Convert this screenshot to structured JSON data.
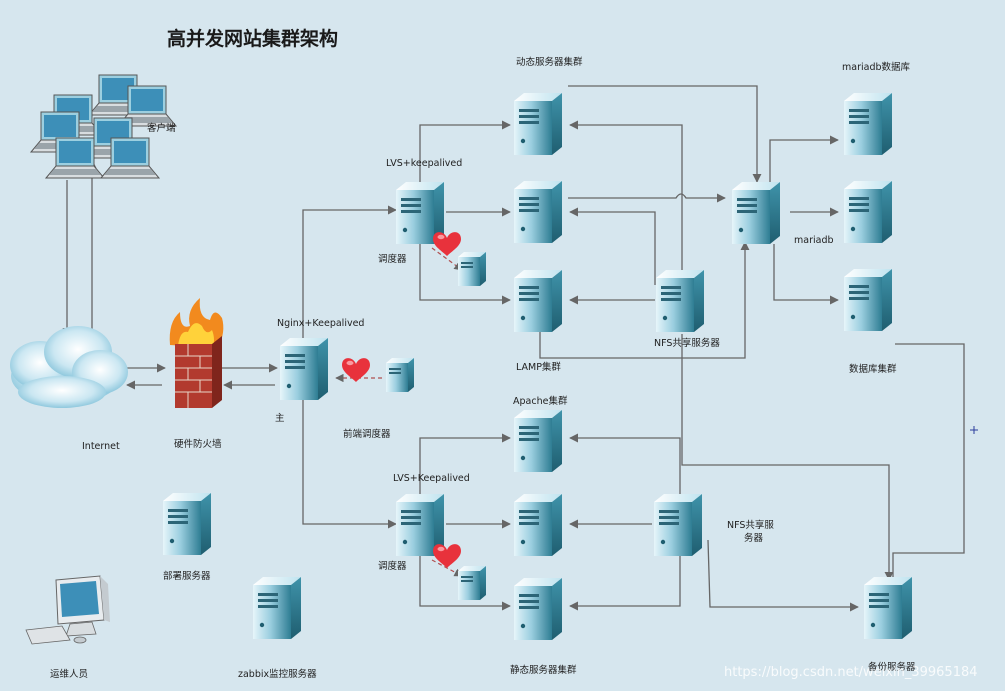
{
  "title": "高并发网站集群架构",
  "nodes": {
    "clients": "客户端",
    "internet": "Internet",
    "firewall": "硬件防火墙",
    "nginx_cluster": "Nginx+Keepalived",
    "nginx_main": "主",
    "front_scheduler": "前端调度器",
    "lvs_top": "LVS+keepalived",
    "lvs_bottom": "LVS+Keepalived",
    "scheduler_top": "调度器",
    "scheduler_bottom": "调度器",
    "dynamic_cluster": "动态服务器集群",
    "lamp_cluster": "LAMP集群",
    "nfs_top": "NFS共享服务器",
    "mariadb_db": "mariadb数据库",
    "mariadb": "mariadb",
    "db_cluster": "数据库集群",
    "apache_cluster": "Apache集群",
    "nfs_bottom_1": "NFS共享服",
    "nfs_bottom_2": "务器",
    "static_cluster": "静态服务器集群",
    "backup": "备份服务器",
    "deploy": "部署服务器",
    "zabbix": "zabbix监控服务器",
    "ops": "运维人员"
  },
  "watermark": "https://blog.csdn.net/weixin_39965184",
  "colors": {
    "background": "#d6e6ee",
    "server_light": "#cfe9f2",
    "server_dark": "#2e7d93",
    "connector": "#666666",
    "heart": "#e8323c",
    "fire": "#f28a1e",
    "brick": "#b23a2e"
  }
}
